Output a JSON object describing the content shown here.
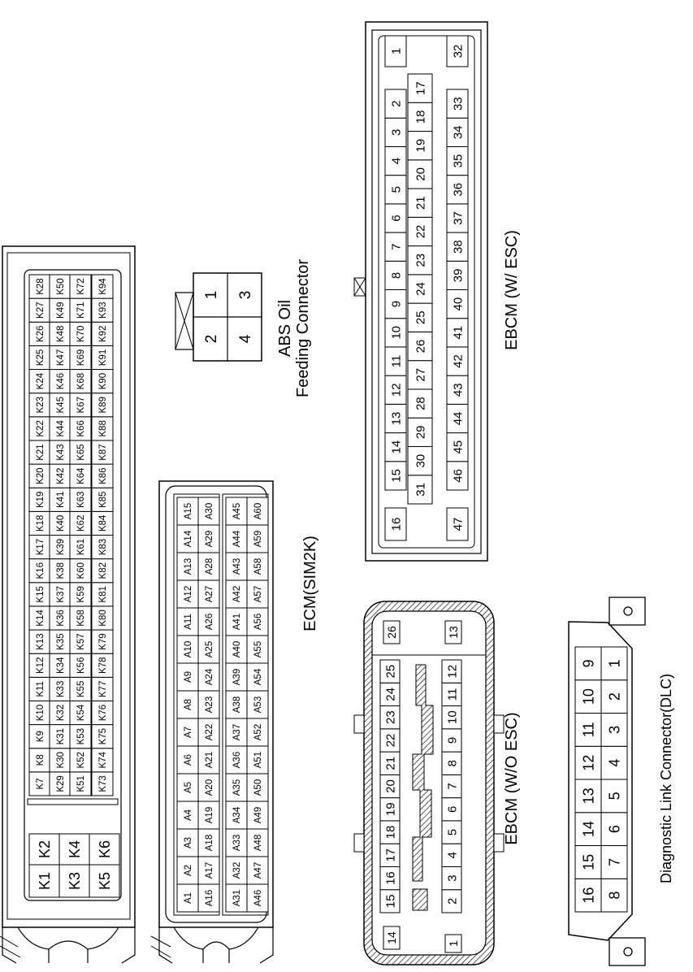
{
  "labels": {
    "ecm": "ECM(SIM2K)",
    "ebcm_wo": "EBCM (W/O ESC)",
    "ebcm_w": "EBCM (W/ ESC)",
    "abs_line1": "ABS Oil",
    "abs_line2": "Feeding Connector",
    "dlc": "Diagnostic Link Connector(DLC)"
  },
  "ecm_k_power": [
    [
      "K1",
      "K2"
    ],
    [
      "K3",
      "K4"
    ],
    [
      "K5",
      "K6"
    ]
  ],
  "ecm_k_rows": [
    [
      "K7",
      "K8",
      "K9",
      "K10",
      "K11",
      "K12",
      "K13",
      "K14",
      "K15",
      "K16",
      "K17",
      "K18",
      "K19",
      "K20",
      "K21",
      "K22",
      "K23",
      "K24",
      "K25",
      "K26",
      "K27",
      "K28"
    ],
    [
      "K29",
      "K30",
      "K31",
      "K32",
      "K33",
      "K34",
      "K35",
      "K36",
      "K37",
      "K38",
      "K39",
      "K40",
      "K41",
      "K42",
      "K43",
      "K44",
      "K45",
      "K46",
      "K47",
      "K48",
      "K49",
      "K50"
    ],
    [
      "K51",
      "K52",
      "K53",
      "K54",
      "K55",
      "K56",
      "K57",
      "K58",
      "K59",
      "K60",
      "K61",
      "K62",
      "K63",
      "K64",
      "K65",
      "K66",
      "K67",
      "K68",
      "K69",
      "K70",
      "K71",
      "K72"
    ],
    [
      "K73",
      "K74",
      "K75",
      "K76",
      "K77",
      "K78",
      "K79",
      "K80",
      "K81",
      "K82",
      "K83",
      "K84",
      "K85",
      "K86",
      "K87",
      "K88",
      "K89",
      "K90",
      "K91",
      "K92",
      "K93",
      "K94"
    ]
  ],
  "ecm_a_rows": [
    [
      "A1",
      "A2",
      "A3",
      "A4",
      "A5",
      "A6",
      "A7",
      "A8",
      "A9",
      "A10",
      "A11",
      "A12",
      "A13",
      "A14",
      "A15"
    ],
    [
      "A16",
      "A17",
      "A18",
      "A19",
      "A20",
      "A21",
      "A22",
      "A23",
      "A24",
      "A25",
      "A26",
      "A27",
      "A28",
      "A29",
      "A30"
    ],
    [
      "A31",
      "A32",
      "A33",
      "A34",
      "A35",
      "A36",
      "A37",
      "A38",
      "A39",
      "A40",
      "A41",
      "A42",
      "A43",
      "A44",
      "A45"
    ],
    [
      "A46",
      "A47",
      "A48",
      "A49",
      "A50",
      "A51",
      "A52",
      "A53",
      "A54",
      "A55",
      "A56",
      "A57",
      "A58",
      "A59",
      "A60"
    ]
  ],
  "abs_pins": [
    [
      "2",
      "1"
    ],
    [
      "4",
      "3"
    ]
  ],
  "ebcm_w_corners": {
    "top_left": "16",
    "top_right": "1",
    "bottom_left": "47",
    "bottom_right": "32"
  },
  "ebcm_w_rows": [
    [
      "15",
      "14",
      "13",
      "12",
      "11",
      "10",
      "9",
      "8",
      "7",
      "6",
      "5",
      "4",
      "3",
      "2"
    ],
    [
      "31",
      "30",
      "29",
      "28",
      "27",
      "26",
      "25",
      "24",
      "23",
      "22",
      "21",
      "20",
      "19",
      "18",
      "17"
    ],
    [
      "46",
      "45",
      "44",
      "43",
      "42",
      "41",
      "40",
      "39",
      "38",
      "37",
      "36",
      "35",
      "34",
      "33"
    ]
  ],
  "ebcm_wo_corners": {
    "top_left": "14",
    "top_right": "26",
    "bottom_left": "1",
    "bottom_right": "13"
  },
  "ebcm_wo_rows": [
    [
      "15",
      "16",
      "17",
      "18",
      "19",
      "20",
      "21",
      "22",
      "23",
      "24",
      "25"
    ],
    [
      "2",
      "3",
      "4",
      "5",
      "6",
      "7",
      "8",
      "9",
      "10",
      "11",
      "12"
    ]
  ],
  "dlc_rows": [
    [
      "16",
      "15",
      "14",
      "13",
      "12",
      "11",
      "10",
      "9"
    ],
    [
      "8",
      "7",
      "6",
      "5",
      "4",
      "3",
      "2",
      "1"
    ]
  ]
}
